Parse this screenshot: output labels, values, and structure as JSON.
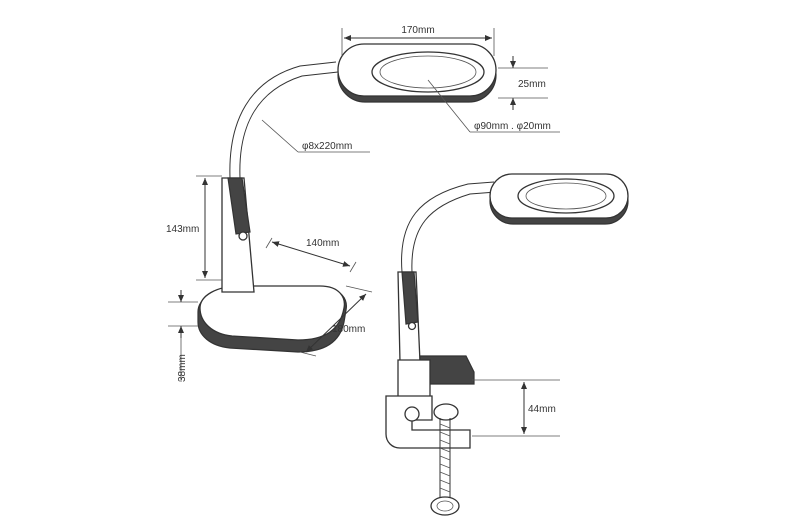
{
  "dimensions": {
    "head_width": "170mm",
    "head_height": "25mm",
    "lens": "φ90mm . φ20mm",
    "arm": "φ8x220mm",
    "stand_height": "143mm",
    "base_width": "140mm",
    "base_depth": "180mm",
    "base_height": "38mm",
    "clamp_opening": "44mm"
  }
}
